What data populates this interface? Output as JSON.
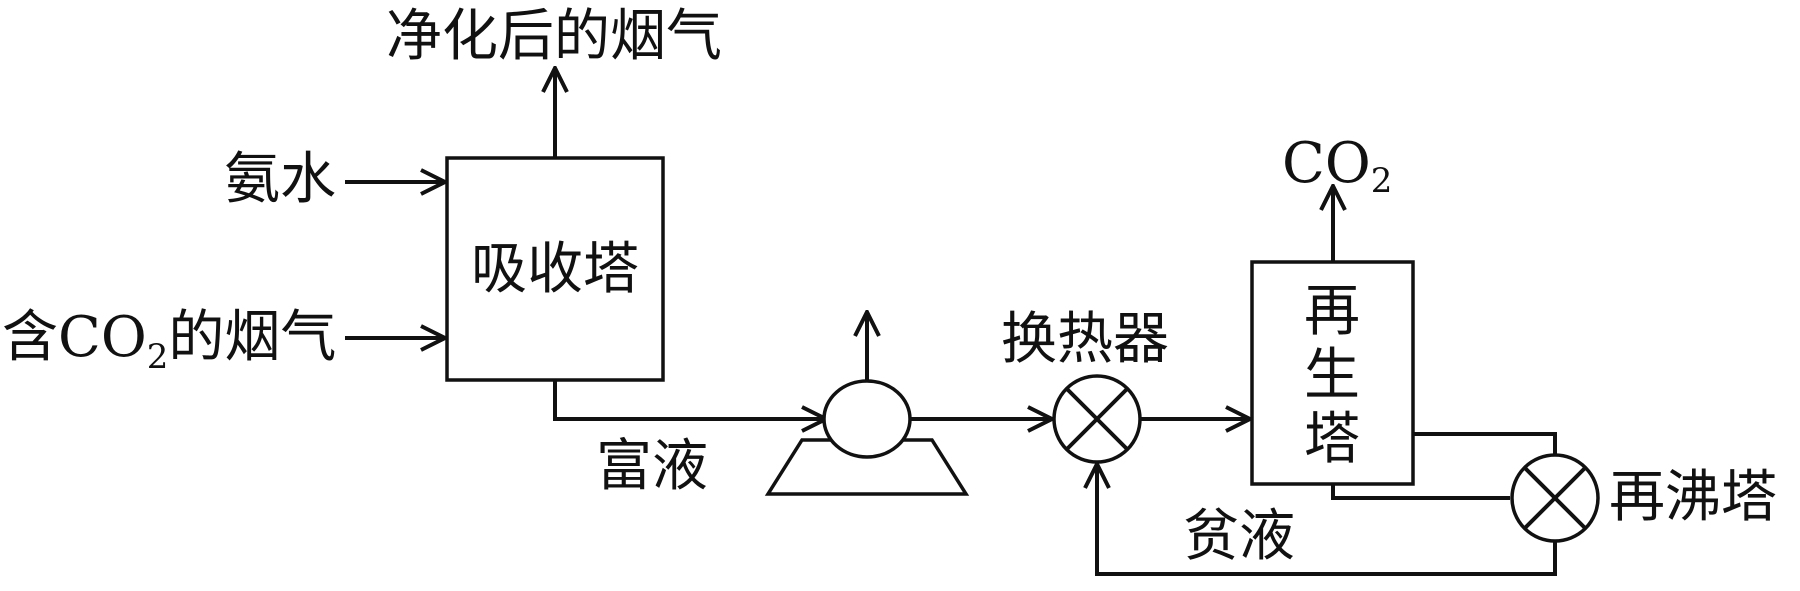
{
  "diagram": {
    "colors": {
      "stroke": "#111111",
      "background": "#ffffff"
    },
    "labels": {
      "purified_flue_gas": "净化后的烟气",
      "ammonia_water": "氨水",
      "flue_gas_prefix": "含CO",
      "flue_gas_sub": "2",
      "flue_gas_suffix": "的烟气",
      "absorber": "吸收塔",
      "rich_liquid": "富液",
      "heat_exchanger": "换热器",
      "co2_prefix": "CO",
      "co2_sub": "2",
      "regen_1": "再",
      "regen_2": "生",
      "regen_3": "塔",
      "reboiler": "再沸塔",
      "lean_liquid": "贫液"
    }
  }
}
